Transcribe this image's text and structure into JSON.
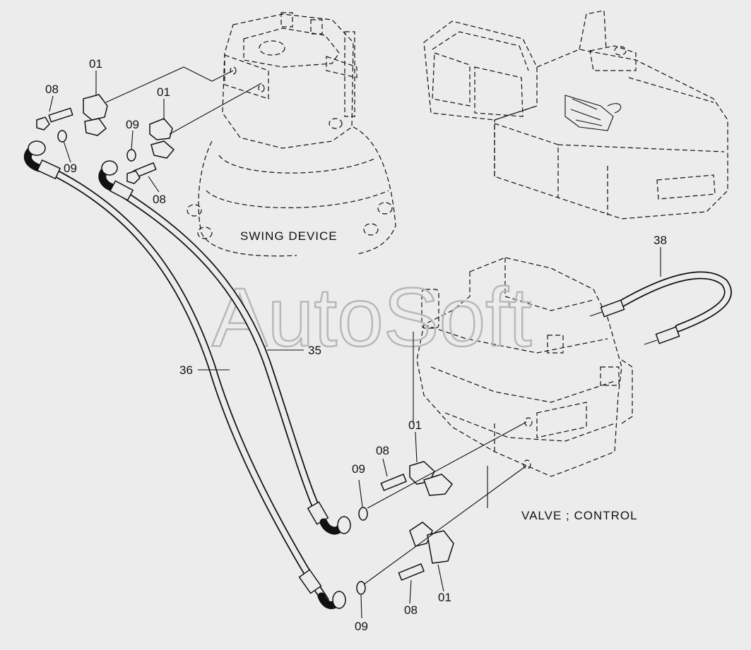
{
  "labels": {
    "swing_device": "SWING DEVICE",
    "valve_control": "VALVE ; CONTROL",
    "watermark": "AutoSoft",
    "callout_01": "01",
    "callout_08": "08",
    "callout_09": "09",
    "callout_35": "35",
    "callout_36": "36",
    "callout_38": "38"
  }
}
